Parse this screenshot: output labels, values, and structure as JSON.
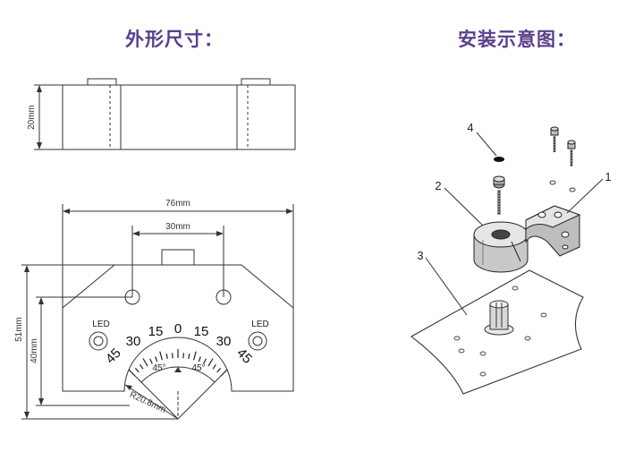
{
  "titles": {
    "dimensions": "外形尺寸：",
    "installation": "安装示意图："
  },
  "dimensions": {
    "side_height": "20mm",
    "total_width": "76mm",
    "hole_spacing": "30mm",
    "total_height": "51mm",
    "body_height": "40mm",
    "radius": "R20.8mm"
  },
  "front_view": {
    "led_left": "LED",
    "led_right": "LED",
    "scale_left": [
      "45",
      "30",
      "15"
    ],
    "scale_center": "0",
    "scale_right": [
      "15",
      "30",
      "45"
    ],
    "angle_left": "45°",
    "angle_right": "45°"
  },
  "installation": {
    "parts": [
      "1",
      "2",
      "3",
      "4"
    ]
  }
}
